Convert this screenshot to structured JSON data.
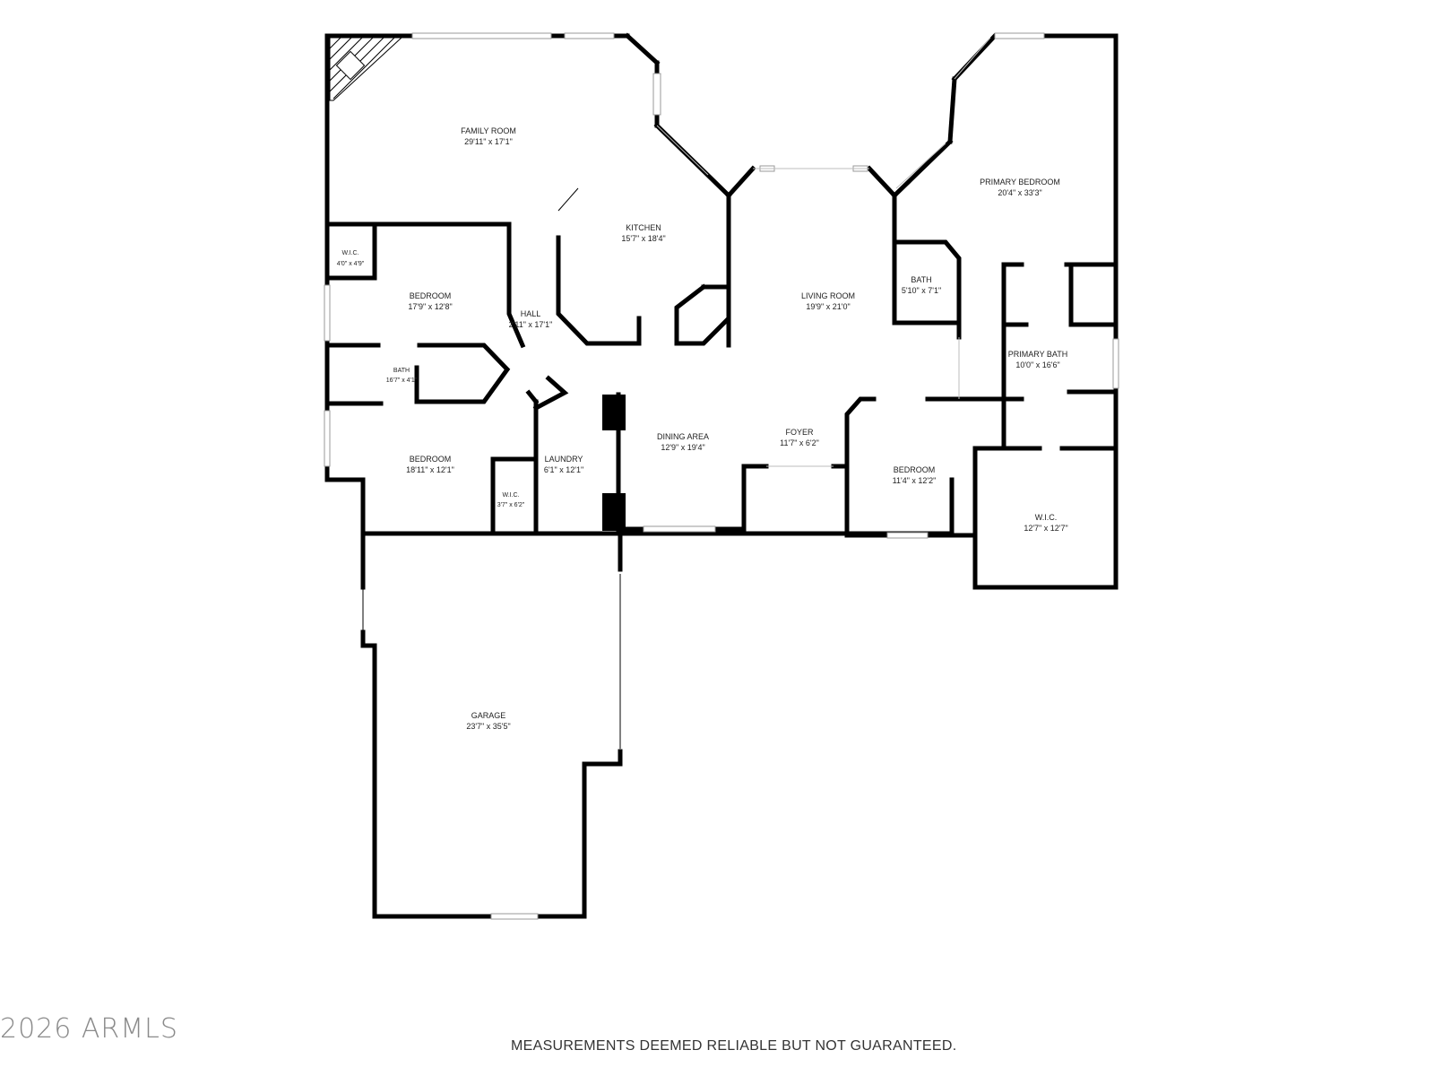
{
  "rooms": [
    {
      "name": "FAMILY ROOM",
      "dims": "29'11\" x 17'1\""
    },
    {
      "name": "KITCHEN",
      "dims": "15'7\" x 18'4\""
    },
    {
      "name": "W.I.C.",
      "dims": "4'0\" x 4'9\""
    },
    {
      "name": "BEDROOM",
      "dims": "17'9\" x 12'8\""
    },
    {
      "name": "HALL",
      "dims": "2'11\" x 17'1\""
    },
    {
      "name": "BATH",
      "dims": "16'7\" x 4'1\""
    },
    {
      "name": "BEDROOM",
      "dims": "18'11\" x 12'1\""
    },
    {
      "name": "W.I.C.",
      "dims": "3'7\" x 6'2\""
    },
    {
      "name": "LAUNDRY",
      "dims": "6'1\" x 12'1\""
    },
    {
      "name": "DINING AREA",
      "dims": "12'9\" x 19'4\""
    },
    {
      "name": "LIVING ROOM",
      "dims": "19'9\" x 21'0\""
    },
    {
      "name": "FOYER",
      "dims": "11'7\" x 6'2\""
    },
    {
      "name": "BATH",
      "dims": "5'10\" x 7'1\""
    },
    {
      "name": "PRIMARY BEDROOM",
      "dims": "20'4\" x 33'3\""
    },
    {
      "name": "PRIMARY BATH",
      "dims": "10'0\" x 16'6\""
    },
    {
      "name": "BEDROOM",
      "dims": "11'4\" x 12'2\""
    },
    {
      "name": "W.I.C.",
      "dims": "12'7\" x 12'7\""
    },
    {
      "name": "GARAGE",
      "dims": "23'7\" x 35'5\""
    }
  ],
  "watermark": "2026 ARMLS",
  "disclaimer": "MEASUREMENTS DEEMED RELIABLE BUT  NOT GUARANTEED."
}
